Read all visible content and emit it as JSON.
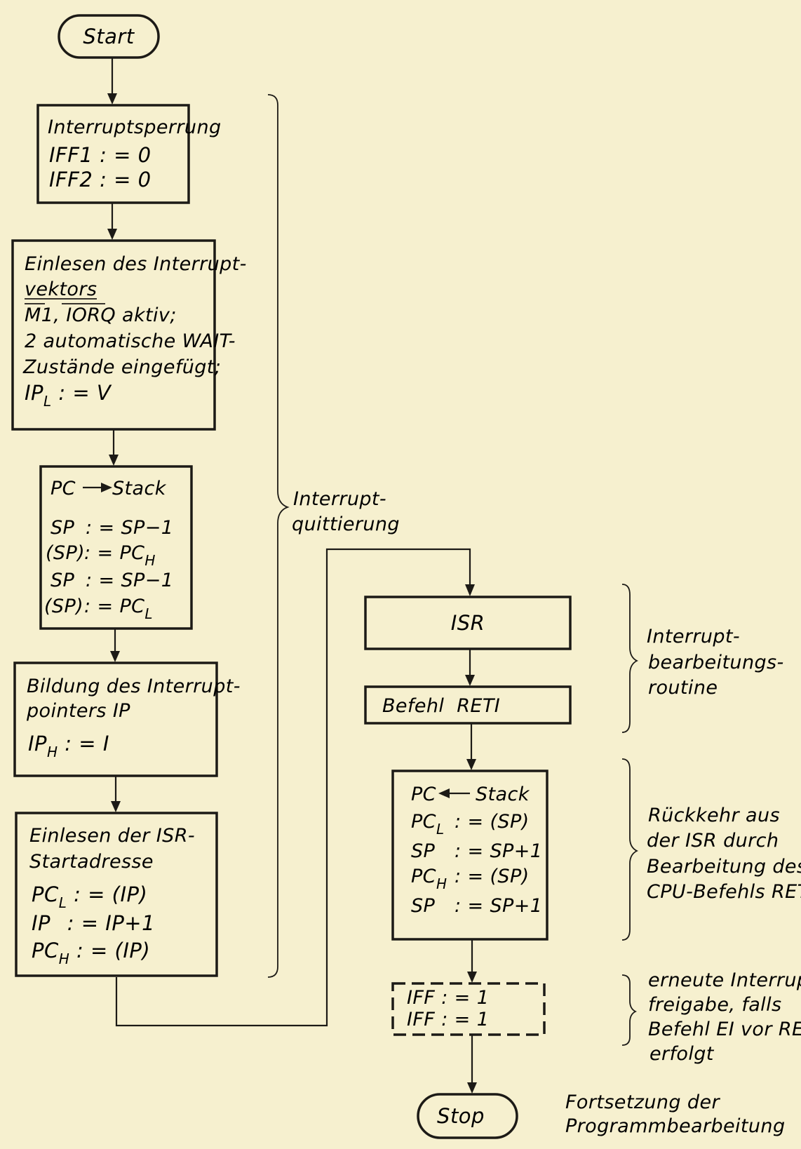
{
  "start": "Start",
  "stop": "Stop",
  "box_interruptsperrung": [
    "Interruptsperrung",
    "IFF1 : = 0",
    "IFF2 : = 0"
  ],
  "box_einlesen_vektor": {
    "line1": "Einlesen des Interrupt-",
    "line2": "vektors",
    "m1": "M1",
    "comma": ", ",
    "iorq": "IORQ",
    "aktiv": " aktiv;",
    "line4": "2 automatische WAIT-",
    "line5": "Zustände eingefügt;",
    "ipl_ip": "IP",
    "ipl_sub": "L",
    "ipl_rest": " : = V"
  },
  "box_pc_stack": {
    "pc": "PC",
    "stack": "Stack",
    "r1_left": "SP",
    "r1_right": ": = SP−1",
    "r2_left": "(SP)",
    "r2_right": ": = PC",
    "r2_sub": "H",
    "r3_left": "SP",
    "r3_right": ": = SP−1",
    "r4_left": "(SP)",
    "r4_right": ": = PC",
    "r4_sub": "L"
  },
  "box_bildung": {
    "line1": "Bildung des Interrupt-",
    "line2": "pointers IP",
    "iph_ip": "IP",
    "iph_sub": "H",
    "iph_rest": " : = I"
  },
  "box_isr_start": {
    "line1": "Einlesen der ISR-",
    "line2": "Startadresse",
    "r1_left": "PC",
    "r1_sub": "L",
    "r1_right": " : =  (IP)",
    "r2_left": "IP",
    "r2_right": " : =  IP+1",
    "r3_left": "PC",
    "r3_sub": "H",
    "r3_right": " : =  (IP)"
  },
  "box_isr": "ISR",
  "box_reti": "Befehl  RETI",
  "box_return": {
    "pc": "PC",
    "stack": "Stack",
    "r1_left": "PC",
    "r1_sub": "L",
    "r1_right": ": = (SP)",
    "r2_left": "SP",
    "r2_right": ": = SP+1",
    "r3_left": "PC",
    "r3_sub": "H",
    "r3_right": ": = (SP)",
    "r4_left": "SP",
    "r4_right": ": = SP+1"
  },
  "box_iff": [
    "IFF : = 1",
    "IFF : = 1"
  ],
  "annotations": {
    "quittierung": [
      "Interrupt-",
      "quittierung"
    ],
    "bearbeitung": [
      "Interrupt-",
      "bearbeitungs-",
      "routine"
    ],
    "rueckkehr": [
      "Rückkehr aus",
      "der ISR durch",
      "Bearbeitung des",
      "CPU-Befehls RETI"
    ],
    "freigabe": [
      "erneute Interrupt-",
      "freigabe, falls",
      "Befehl EI vor RETI",
      "erfolgt"
    ],
    "fortsetzung": [
      "Fortsetzung der",
      "Programmbearbeitung"
    ]
  }
}
